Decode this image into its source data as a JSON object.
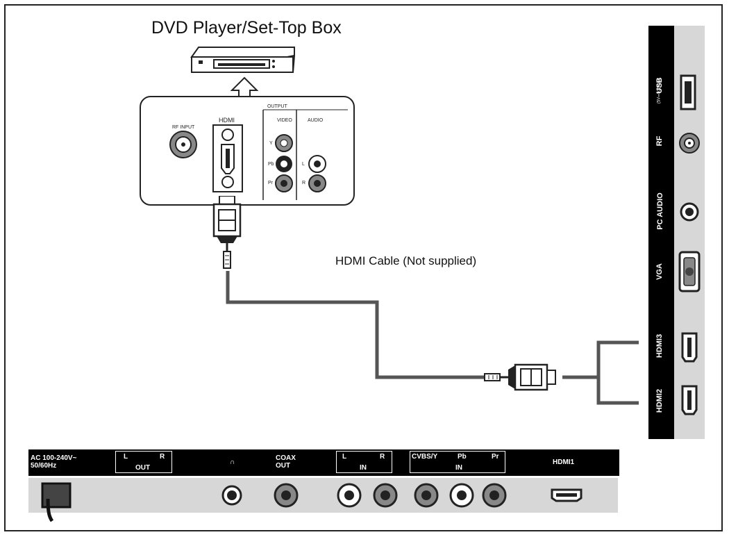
{
  "diagram": {
    "title": "DVD Player/Set-Top Box",
    "cable_label": "HDMI Cable (Not supplied)"
  },
  "source_panel": {
    "output_label": "OUTPUT",
    "rf_input_label": "RF INPUT",
    "hdmi_label": "HDMI",
    "video_label": "VIDEO",
    "audio_label": "AUDIO",
    "video_ports": [
      "Y",
      "Pb",
      "Pr"
    ],
    "audio_ports": [
      "L",
      "R"
    ]
  },
  "tv_side_panel": {
    "usb_label": "USB",
    "usb_spec": "(5V⎓500mA)",
    "rf_label": "RF",
    "pc_audio_label": "PC AUDIO",
    "vga_label": "VGA",
    "hdmi3_label": "HDMI3",
    "hdmi2_label": "HDMI2"
  },
  "tv_bottom_panel": {
    "power_label": "AC 100-240V~\n50/60Hz",
    "audio_out_l": "L",
    "audio_out_r": "R",
    "audio_out_label": "OUT",
    "headphone_label": "∩",
    "coax_label": "COAX\nOUT",
    "audio_in_l": "L",
    "audio_in_r": "R",
    "audio_in_label": "IN",
    "cvbs_label": "CVBS/Y",
    "pb_label": "Pb",
    "pr_label": "Pr",
    "component_in_label": "IN",
    "hdmi1_label": "HDMI1"
  },
  "colors": {
    "cable": "#555555",
    "panel_grey": "#d7d7d7",
    "strip": "#000000"
  }
}
